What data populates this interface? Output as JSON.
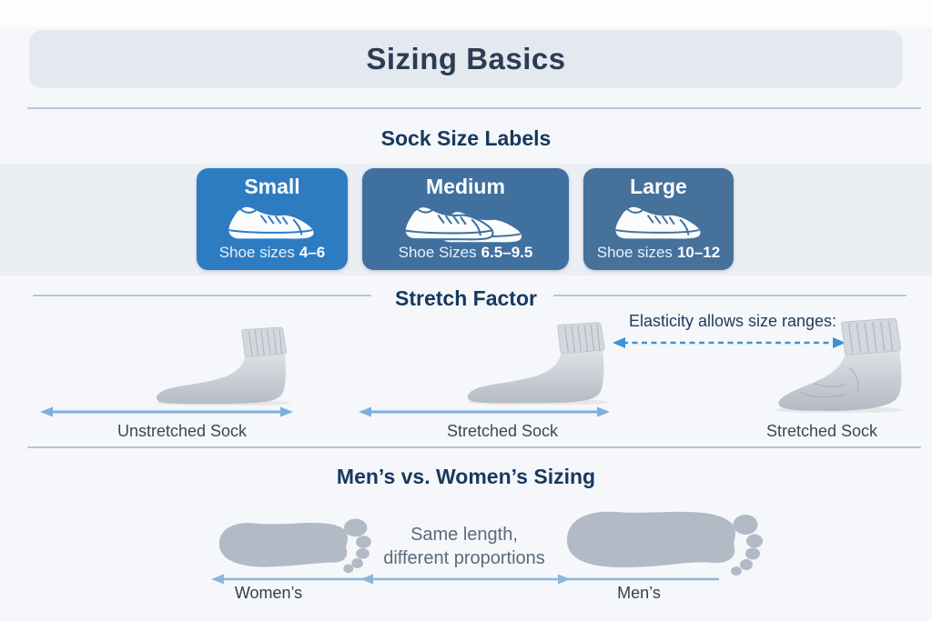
{
  "page_title": "Sizing Basics",
  "sections": {
    "labels": {
      "heading": "Sock Size Labels",
      "cards": [
        {
          "name": "Small",
          "size_label": "Shoe sizes",
          "size_range": "4–6",
          "color": "#2d7cc1",
          "icon": "sneaker-icon"
        },
        {
          "name": "Medium",
          "size_label": "Shoe Sizes",
          "size_range": "6.5–9.5",
          "color": "#40709e",
          "icon": "sneaker-pair-icon"
        },
        {
          "name": "Large",
          "size_label": "Shoe sizes",
          "size_range": "10–12",
          "color": "#45719b",
          "icon": "sneaker-icon"
        }
      ]
    },
    "stretch": {
      "heading": "Stretch Factor",
      "annotation": "Elasticity allows size ranges:",
      "sock_labels": [
        "Unstretched Sock",
        "Stretched Sock",
        "Stretched Sock"
      ]
    },
    "gender": {
      "heading": "Men’s vs. Women’s Sizing",
      "note_line1": "Same length,",
      "note_line2": "different proportions",
      "left_label": "Women’s",
      "right_label": "Men’s"
    }
  },
  "colors": {
    "banner_bg": "#e4e9f0",
    "title_text": "#2c3c53",
    "heading_text": "#16395e",
    "card_small": "#2d7cc1",
    "card_medium": "#40709e",
    "card_large": "#45719b",
    "divider": "#b5c5d8",
    "solid_arrow": "#7cafdd",
    "dashed_arrow": "#3e92d5",
    "sock_gray": "#c3c9d1",
    "foot_gray": "#b2bac6"
  }
}
